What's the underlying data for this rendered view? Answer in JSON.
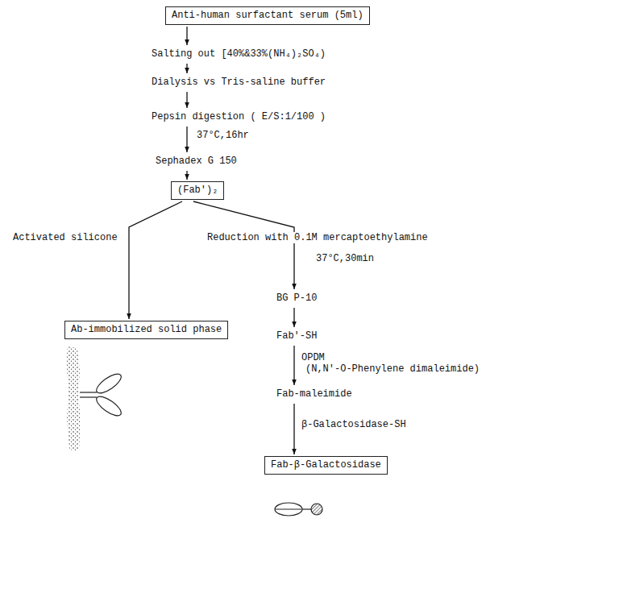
{
  "diagram": {
    "nodes": [
      {
        "text": [
          "Anti-human surfactant serum (5ml)"
        ]
      },
      {
        "text": [
          "Salting out [40%&33%(NH₄)₂SO₄)"
        ]
      },
      {
        "text": [
          "Dialysis vs Tris-saline buffer"
        ]
      },
      {
        "text": [
          "Pepsin digestion ( E/S:1/100 )"
        ]
      },
      {
        "text": [
          "Sephadex G 150"
        ]
      },
      {
        "text": [
          "(Fab')₂"
        ]
      },
      {
        "text": [
          "Ab-immobilized solid phase"
        ]
      },
      {
        "text": [
          "BG P-10"
        ]
      },
      {
        "text": [
          "Fab'-SH"
        ]
      },
      {
        "text": [
          "Fab-maleimide"
        ]
      },
      {
        "text": [
          "Fab-β-Galactosidase"
        ]
      }
    ],
    "edges": [
      {
        "from": 0,
        "to": 1,
        "arrow": "to"
      },
      {
        "from": 1,
        "to": 2,
        "arrow": "to"
      },
      {
        "from": 2,
        "to": 3,
        "arrow": "to"
      },
      {
        "from": 3,
        "to": 4,
        "arrow": "to",
        "label": "37°C,16hr"
      },
      {
        "from": 4,
        "to": 5,
        "arrow": "to"
      },
      {
        "from": 5,
        "to": 6,
        "arrow": "to",
        "label": "Activated silicone"
      },
      {
        "from": 5,
        "to": 7,
        "arrow": "to",
        "label": "Reduction with 0.1M mercaptoethylamine"
      },
      {
        "from": 7,
        "to": 8,
        "arrow": "to"
      },
      {
        "from": 8,
        "to": 9,
        "arrow": "to",
        "label": "OPDM"
      },
      {
        "from": 9,
        "to": 10,
        "arrow": "to",
        "label": "β-Galactosidase-SH"
      }
    ],
    "labels": [
      "37°C,30min",
      "(N,N'-O-Phenylene dimaleimide)"
    ]
  }
}
